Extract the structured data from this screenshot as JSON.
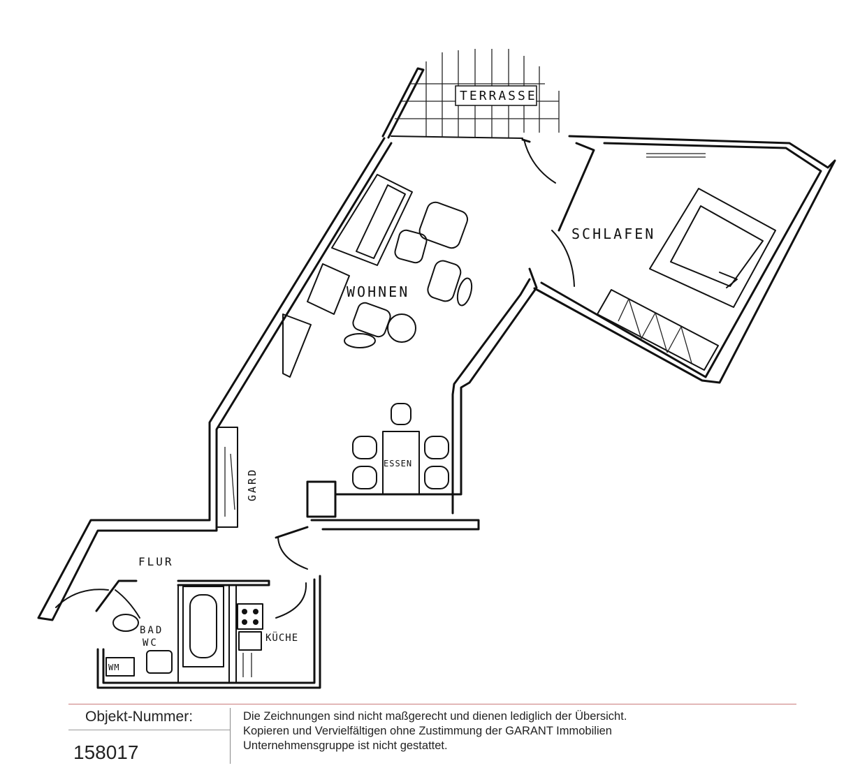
{
  "plan": {
    "rooms": {
      "terrasse": "TERRASSE",
      "wohnen": "WOHNEN",
      "schlafen": "SCHLAFEN",
      "essen": "ESSEN",
      "gard": "GARD",
      "flur": "FLUR",
      "bad": "BAD",
      "wc": "WC",
      "wm": "WM",
      "kueche": "KÜCHE"
    }
  },
  "footer": {
    "object_label": "Objekt-Nummer:",
    "object_number": "158017",
    "disclaimer_line1": "Die Zeichnungen sind nicht maßgerecht und dienen lediglich der Übersicht.",
    "disclaimer_line2": "Kopieren und Vervielfältigen ohne Zustimmung der GARANT Immobilien",
    "disclaimer_line3": "Unternehmensgruppe ist nicht gestattet."
  }
}
